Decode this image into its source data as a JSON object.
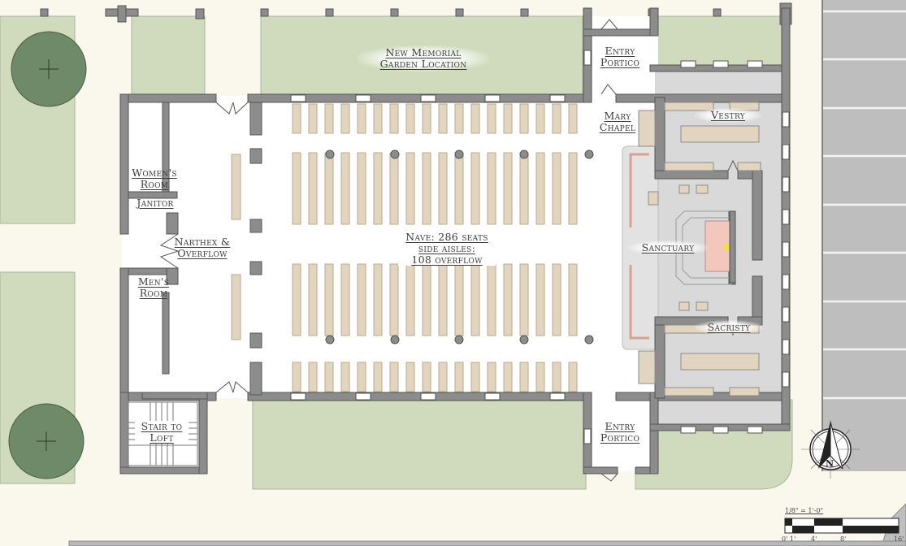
{
  "plan": {
    "rooms": {
      "garden": [
        "New Memorial",
        "Garden Location"
      ],
      "entry_portico_top": [
        "Entry",
        "Portico"
      ],
      "mary_chapel": [
        "Mary",
        "Chapel"
      ],
      "vestry": "Vestry",
      "womens_room": [
        "Women's",
        "Room"
      ],
      "janitor": "Janitor",
      "narthex": [
        "Narthex &",
        "Overflow"
      ],
      "mens_room": [
        "Men's",
        "Room"
      ],
      "nave": [
        "Nave: 286 seats",
        "side aisles:",
        "108 overflow"
      ],
      "sanctuary": "Sanctuary",
      "sacristy": "Sacristy",
      "stair": [
        "Stair to",
        "Loft"
      ],
      "entry_portico_bottom": [
        "Entry",
        "Portico"
      ]
    },
    "compass": {
      "north_label": "N"
    },
    "scale": {
      "title": "1/8\" = 1'-0\"",
      "ticks": [
        "0'",
        "1'",
        "4'",
        "8'",
        "16'"
      ]
    },
    "colors": {
      "background": "#faf8ec",
      "lawn": "#cfdbbc",
      "tree": "#6e8a68",
      "wall": "#8c8c8c",
      "wall_edge": "#555555",
      "pew": "#e2d5c0",
      "sanctuary_floor": "#d9d9d9",
      "parking": "#bebebe",
      "altar": "#f2c8bc",
      "candle": "#f4e030"
    }
  }
}
